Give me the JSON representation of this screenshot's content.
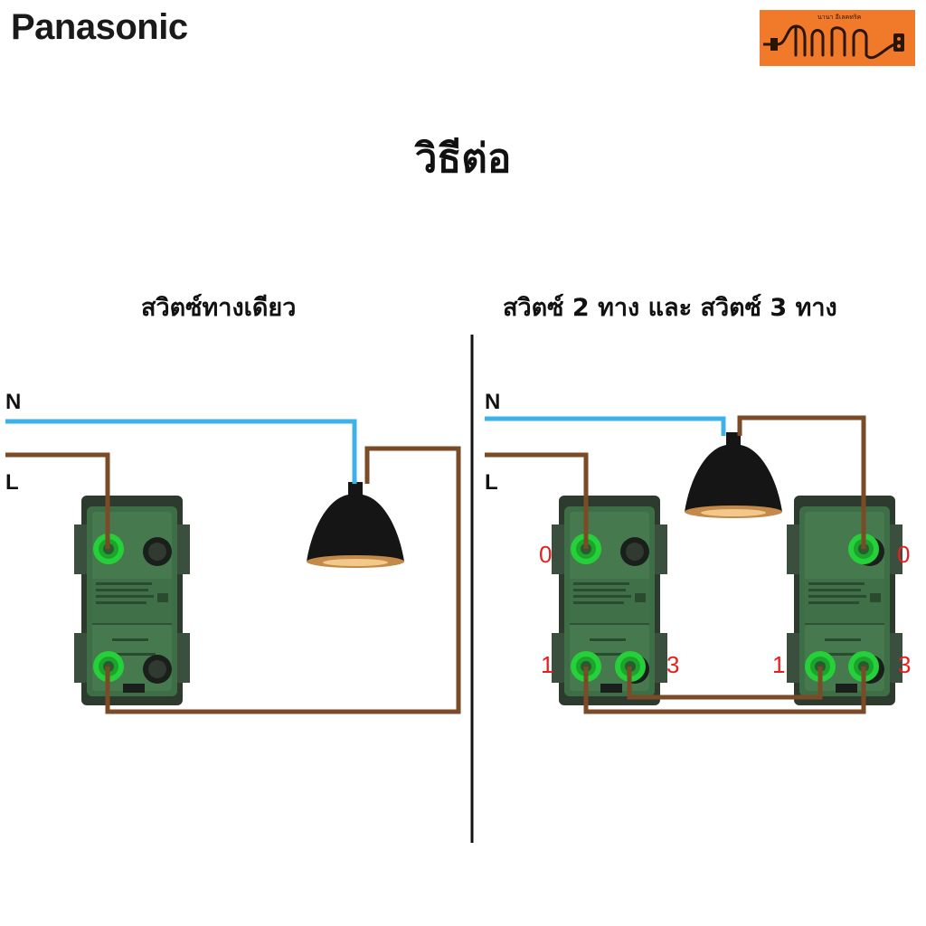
{
  "header": {
    "brand": "Panasonic",
    "shop_logo_small_text": "นานา อีเลคทริค"
  },
  "title": "วิธีต่อ",
  "left_section": {
    "title": "สวิตซ์ทางเดียว",
    "wire_labels": {
      "neutral": "N",
      "line": "L"
    }
  },
  "right_section": {
    "title": "สวิตซ์ 2 ทาง และ สวิตซ์ 3 ทาง",
    "wire_labels": {
      "neutral": "N",
      "line": "L"
    },
    "switch_a_terminals": {
      "common": "0",
      "t1": "1",
      "t3": "3"
    },
    "switch_b_terminals": {
      "common": "0",
      "t1": "1",
      "t3": "3"
    }
  },
  "colors": {
    "neutral_wire": "#3db2e8",
    "line_wire": "#7b4a26",
    "switch_body": "#3d6e45",
    "terminal_green": "#26d03a",
    "terminal_label": "#e81f1f",
    "logo_bg": "#f07a2a"
  }
}
